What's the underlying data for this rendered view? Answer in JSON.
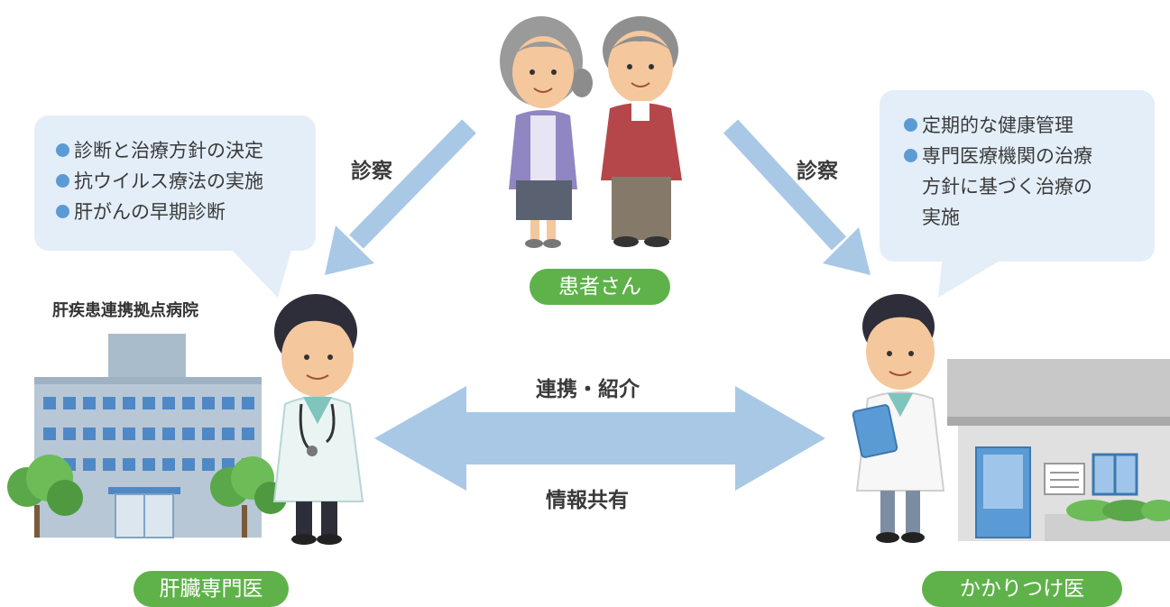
{
  "colors": {
    "bubble_fill": "#e3eef8",
    "bullet": "#5b9bd5",
    "arrow": "#a9c8e6",
    "pill_green": "#5fb24a",
    "text": "#3a3a3a"
  },
  "left_bubble": {
    "items": [
      "診断と治療方針の決定",
      "抗ウイルス療法の実施",
      "肝がんの早期診断"
    ]
  },
  "right_bubble": {
    "items": [
      {
        "line1": "定期的な健康管理"
      },
      {
        "line1": "専門医療機関の治療",
        "line2": "方針に基づく治療の",
        "line3": "実施"
      }
    ]
  },
  "arrows": {
    "left_label": "診察",
    "right_label": "診察",
    "center_top_label": "連携・紹介",
    "center_bottom_label": "情報共有"
  },
  "patient": {
    "label": "患者さん"
  },
  "specialist": {
    "facility_name": "肝疾患連携拠点病院",
    "label": "肝臓専門医"
  },
  "family_doctor": {
    "label": "かかりつけ医"
  }
}
